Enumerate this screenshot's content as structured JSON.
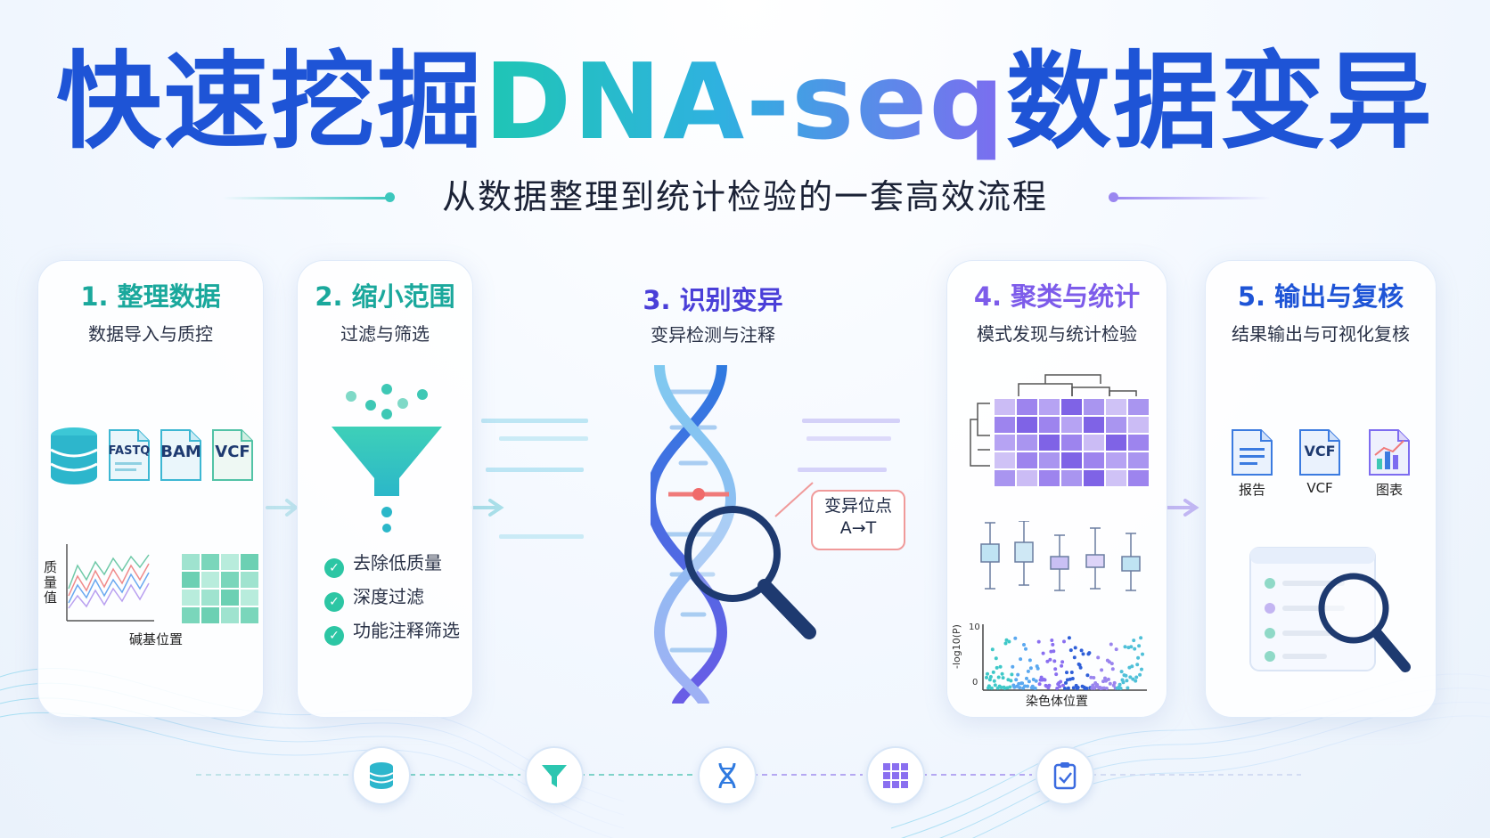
{
  "title": {
    "part1": "快速挖掘",
    "part2": "DNA-seq",
    "part3": "数据变异"
  },
  "subtitle": "从数据整理到统计检验的一套高效流程",
  "colors": {
    "primary_blue": "#1e54d6",
    "teal": "#2cc6a4",
    "purple": "#7d6cf0"
  },
  "steps": [
    {
      "title": "1. 整理数据",
      "subtitle": "数据导入与质控",
      "title_color": "#1aa89c",
      "file_labels": [
        "FASTQ",
        "BAM",
        "VCF"
      ],
      "chart_ylabel": "质量值",
      "chart_xlabel": "碱基位置",
      "icons": [
        "database-icon",
        "fastq-file-icon",
        "bam-file-icon",
        "vcf-file-icon"
      ]
    },
    {
      "title": "2. 缩小范围",
      "subtitle": "过滤与筛选",
      "title_color": "#1aa89c",
      "checklist": [
        "去除低质量",
        "深度过滤",
        "功能注释筛选"
      ],
      "icons": [
        "funnel-icon",
        "check-icon"
      ]
    },
    {
      "title": "3. 识别变异",
      "subtitle": "变异检测与注释",
      "title_color": "#4a3fd8",
      "callout_line1": "变异位点",
      "callout_line2": "A→T",
      "icons": [
        "dna-helix-icon",
        "magnifier-icon"
      ]
    },
    {
      "title": "4. 聚类与统计",
      "subtitle": "模式发现与统计检验",
      "title_color": "#7d5cea",
      "manhattan_ylabel": "-log10(P)",
      "manhattan_ymax": "10",
      "manhattan_ymin": "0",
      "manhattan_xlabel": "染色体位置",
      "icons": [
        "heatmap-icon",
        "boxplot-icon",
        "manhattan-plot-icon"
      ]
    },
    {
      "title": "5. 输出与复核",
      "subtitle": "结果输出与可视化复核",
      "title_color": "#1e54d6",
      "outputs": [
        {
          "label": "报告",
          "icon": "report-doc-icon"
        },
        {
          "label": "VCF",
          "icon": "vcf-file-icon",
          "badge": "VCF"
        },
        {
          "label": "图表",
          "icon": "chart-file-icon"
        }
      ],
      "icons": [
        "checklist-panel-icon",
        "magnifier-icon"
      ]
    }
  ],
  "bottom_flow": [
    "database-icon",
    "funnel-icon",
    "dna-icon",
    "grid-icon",
    "clipboard-check-icon"
  ]
}
